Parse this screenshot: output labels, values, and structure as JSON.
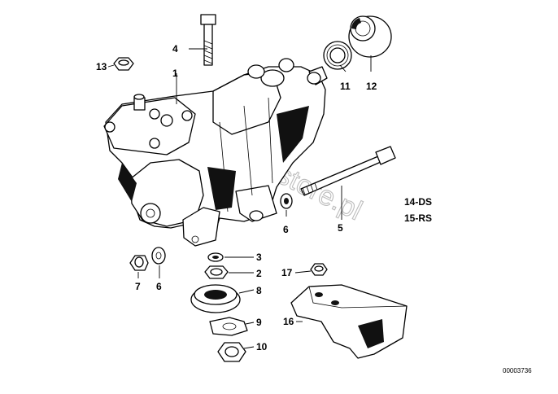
{
  "callouts": {
    "c1": "1",
    "c2": "2",
    "c3": "3",
    "c4": "4",
    "c5": "5",
    "c6a": "6",
    "c6b": "6",
    "c7": "7",
    "c8": "8",
    "c9": "9",
    "c10": "10",
    "c11": "11",
    "c12": "12",
    "c13": "13",
    "c16": "16",
    "c17": "17"
  },
  "variant_notes": [
    "14-DS",
    "15-RS"
  ],
  "watermark": "www.BMWstore.pl",
  "diagram_id": "00003736"
}
